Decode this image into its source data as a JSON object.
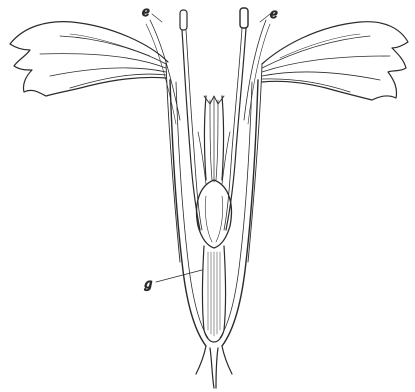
{
  "labels": {
    "left_stamen": "e",
    "right_stamen": "e",
    "gynophore": "g"
  },
  "colors": {
    "ink": "#2b2b2b",
    "paper": "#ffffff"
  }
}
